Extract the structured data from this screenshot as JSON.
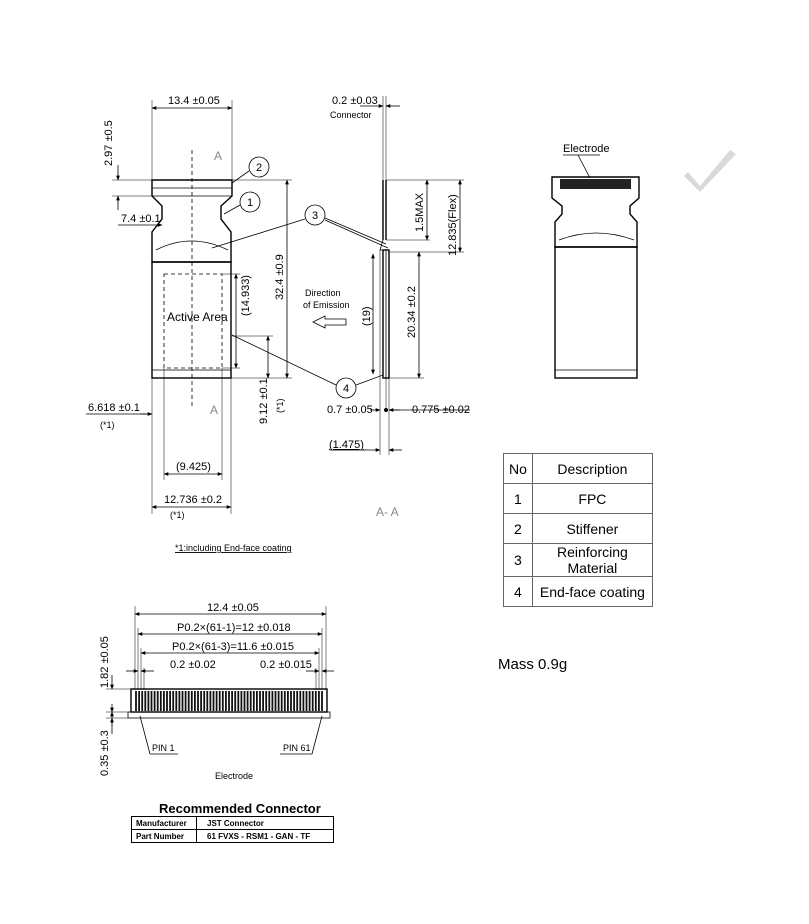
{
  "front_view": {
    "dim_width_top": "13.4 ±0.05",
    "dim_stiffener_height": "2.97 ±0.5",
    "dim_neck": "7.4 ±0.1",
    "dim_total_height": "32.4 ±0.9",
    "dim_active_height": "(14.933)",
    "dim_active_offset_x": "6.618 ±0.1",
    "dim_active_offset_x_note": "(*1)",
    "dim_active_offset_y": "9.12 ±0.1",
    "dim_active_offset_y_note": "(*1)",
    "dim_active_width": "(9.425)",
    "dim_panel_width": "12.736 ±0.2",
    "dim_panel_width_note": "(*1)",
    "active_area_label": "Active Area",
    "section_mark": "A",
    "footnote": "*1:including End-face coating"
  },
  "side_view": {
    "dim_thickness_top": "0.2 ±0.03",
    "connector_label": "Connector",
    "dim_max": "1.5MAX",
    "dim_flex": "12.835(Flex)",
    "dim_panel_height": "20.34 ±0.2",
    "dim_19": "(19)",
    "dim_07": "0.7 ±0.05",
    "dim_0775": "0.775 ±0.02",
    "dim_1475": "(1.475)",
    "direction_line1": "Direction",
    "direction_line2": "of Emission",
    "section_label": "A- A"
  },
  "callouts": [
    "1",
    "2",
    "3",
    "4"
  ],
  "right_view": {
    "electrode_label": "Electrode"
  },
  "parts_table": {
    "headers": [
      "No",
      "Description"
    ],
    "rows": [
      [
        "1",
        "FPC"
      ],
      [
        "2",
        "Stiffener"
      ],
      [
        "3",
        "Reinforcing Material"
      ],
      [
        "4",
        "End-face coating"
      ]
    ]
  },
  "mass": "Mass 0.9g",
  "connector_view": {
    "dim_total": "12.4 ±0.05",
    "dim_pitch_total": "P0.2×(61-1)=12 ±0.018",
    "dim_pitch_inner": "P0.2×(61-3)=11.6 ±0.015",
    "dim_pitch_left": "0.2 ±0.02",
    "dim_pitch_right": "0.2 ±0.015",
    "dim_height": "1.82 ±0.05",
    "dim_base": "0.35 ±0.3",
    "pin_first": "PIN 1",
    "pin_last": "PIN 61",
    "electrode_label": "Electrode",
    "pin_count": 61
  },
  "recommended_connector": {
    "title": "Recommended Connector",
    "manufacturer_label": "Manufacturer",
    "manufacturer_value": "JST Connector",
    "part_label": "Part Number",
    "part_value": "61 FVXS - RSM1 - GAN - TF"
  },
  "watermark_icon": "checkmark-icon"
}
